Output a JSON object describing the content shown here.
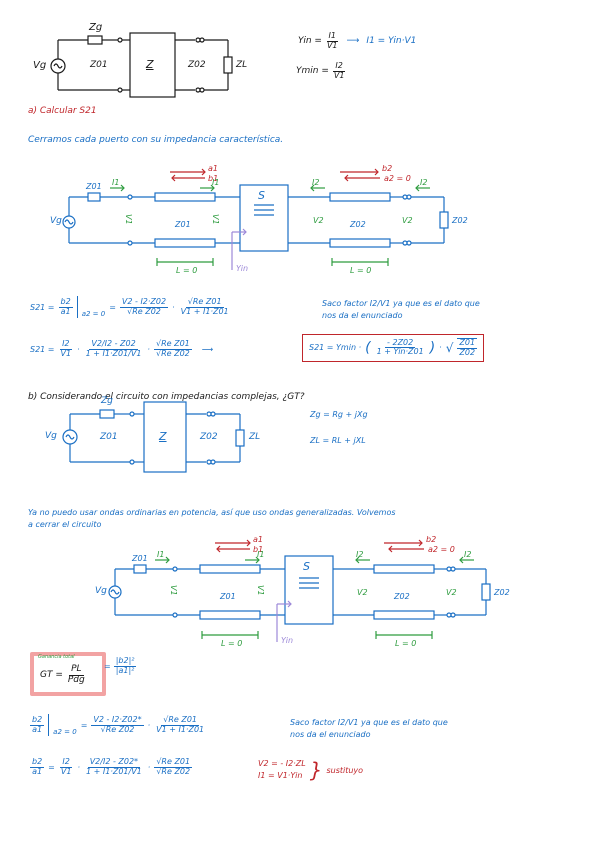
{
  "top_circuit": {
    "source": "Vg",
    "zg": "Zg",
    "z01": "Z01",
    "matrix": "Z",
    "z02": "Z02",
    "zl": "ZL"
  },
  "top_eq": {
    "yin_lhs": "Yin =",
    "yin_num": "I1",
    "yin_den": "V1",
    "arrow": "⟶",
    "yin_rhs": "I1 = Yin·V1",
    "ymin_lhs": "Ymin =",
    "ymin_num": "I2",
    "ymin_den": "V1"
  },
  "section_a": {
    "title": "a)  Calcular S21",
    "subtitle": "Cerramos cada puerto con su impedancia característica."
  },
  "circ_a": {
    "a1": "a1",
    "b1": "b1",
    "b2": "b2",
    "a2zero": "a2 = 0",
    "i1": "I1",
    "i1b": "I1",
    "i2": "I2",
    "i2b": "I2",
    "vg": "Vg",
    "z0": "Z01",
    "v1": "V1",
    "v1b": "V1",
    "v2": "V2",
    "v2b": "V2",
    "z01": "Z01",
    "s": "S",
    "z02": "Z02",
    "z02b": "Z02",
    "l1": "L = 0",
    "l2": "L = 0",
    "yin": "Yin"
  },
  "eq_a1": {
    "lhs": "S21 =",
    "frac1_num": "b2",
    "frac1_den": "a1",
    "cond": "a2 = 0",
    "eq": "=",
    "frac2_num": "V2 - I2·Z02",
    "frac2_den": "√Re Z02",
    "dot": "·",
    "frac3_num": "√Re Z01",
    "frac3_den": "V1 + I1·Z01",
    "note_line1": "Saco factor I2/V1 ya que es el dato que",
    "note_line2": "nos da el enunciado"
  },
  "eq_a2": {
    "lhs": "S21 =",
    "f1_num": "I2",
    "f1_den": "V1",
    "dot": "·",
    "f2_num": "V2/I2 - Z02",
    "f2_den": "1 + I1·Z01/V1",
    "dot2": "·",
    "f3_num": "√Re Z01",
    "f3_den": "√Re Z02",
    "arrow": "⟶",
    "box_lhs": "S21 = Ymin ·",
    "box_f1_num": "- 2Z02",
    "box_f1_den": "1 + Yin·Z01",
    "box_dot": "·",
    "box_f2_num": "Z01",
    "box_f2_den": "Z02"
  },
  "section_b": {
    "title": "b)  Considerando el circuito con impedancias complejas, ¿GT?"
  },
  "circ_b": {
    "vg": "Vg",
    "zg": "Zg",
    "z01": "Z01",
    "matrix": "Z",
    "z02": "Z02",
    "zl": "ZL",
    "eq_zg": "Zg = Rg + jXg",
    "eq_zl": "ZL = RL + jXL"
  },
  "para_b": {
    "line1": "Ya no puedo usar ondas ordinarias en potencia, así que uso ondas generalizadas. Volvemos",
    "line2": "a cerrar el circuito"
  },
  "circ_c": {
    "a1": "a1",
    "b1": "b1",
    "b2": "b2",
    "a2zero": "a2 = 0",
    "i1": "I1",
    "i1b": "I1",
    "i2": "I2",
    "i2b": "I2",
    "vg": "Vg",
    "z0": "Z01",
    "v1": "V1",
    "v1b": "V1",
    "v2": "V2",
    "v2b": "V2",
    "z01": "Z01",
    "s": "S",
    "z02": "Z02",
    "z02b": "Z02",
    "l1": "L = 0",
    "l2": "L = 0",
    "yin": "Yin"
  },
  "gt_box": {
    "label": "Ganancia total",
    "lhs": "GT =",
    "num": "PL",
    "den": "Pdg",
    "eq": "=",
    "r_num": "|b2|²",
    "r_den": "|a1|²"
  },
  "eq_b1": {
    "f1_num": "b2",
    "f1_den": "a1",
    "cond": "a2 = 0",
    "eq": "=",
    "f2_num": "V2 - I2·Z02*",
    "f2_den": "√Re Z02",
    "dot": "·",
    "f3_num": "√Re Z01",
    "f3_den": "V1 + I1·Z01",
    "note_line1": "Saco factor I2/V1 ya que es el dato que",
    "note_line2": "nos da el enunciado"
  },
  "eq_b2": {
    "f1_num": "b2",
    "f1_den": "a1",
    "eq": "=",
    "f2_num": "I2",
    "f2_den": "V1",
    "dot": "·",
    "f3_num": "V2/I2 - Z02*",
    "f3_den": "1 + I1·Z01/V1",
    "dot2": "·",
    "f4_num": "√Re Z01",
    "f4_den": "√Re Z02",
    "sub1": "V2 = - I2·ZL",
    "sub2": "I1 = V1·Yin",
    "sub_label": "sustituyo"
  },
  "colors": {
    "blue": "#1a6fc4",
    "red": "#c0262b",
    "green": "#2e9c3f",
    "purple": "#9c88d8",
    "pink": "#f2a3a3"
  }
}
